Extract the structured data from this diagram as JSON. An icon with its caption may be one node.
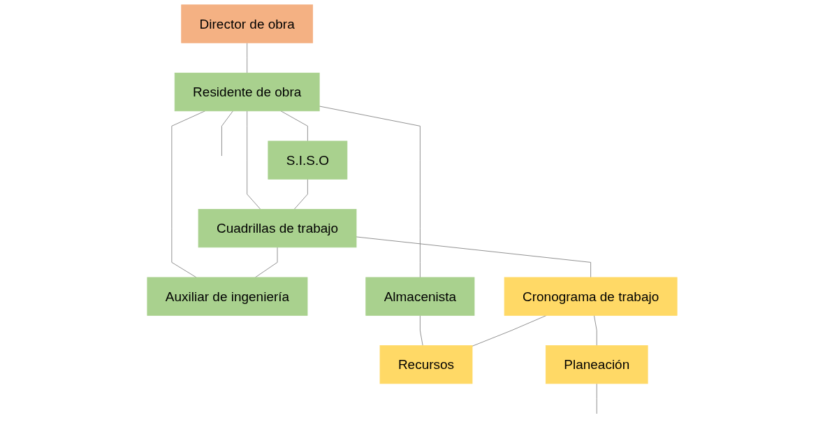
{
  "diagram": {
    "nodes": [
      {
        "text": [
          "Director de obra"
        ]
      },
      {
        "text": [
          "Residente de obra"
        ]
      },
      {
        "text": [
          "S.I.S.O"
        ]
      },
      {
        "text": [
          "Cuadrillas de trabajo"
        ]
      },
      {
        "text": [
          "Auxiliar de ingeniería"
        ]
      },
      {
        "text": [
          "Almacenista"
        ]
      },
      {
        "text": [
          "Cronograma de trabajo"
        ]
      },
      {
        "text": [
          "Recursos"
        ]
      },
      {
        "text": [
          "Planeación"
        ]
      }
    ],
    "edges": [
      {
        "from": 0,
        "to": 1,
        "arrow": "none"
      },
      {
        "from": 1,
        "to": null,
        "arrow": "none"
      },
      {
        "from": 1,
        "to": 2,
        "arrow": "none"
      },
      {
        "from": 1,
        "to": 3,
        "arrow": "none"
      },
      {
        "from": 1,
        "to": 4,
        "arrow": "none"
      },
      {
        "from": 1,
        "to": 5,
        "arrow": "none"
      },
      {
        "from": 2,
        "to": 3,
        "arrow": "none"
      },
      {
        "from": 3,
        "to": 4,
        "arrow": "none"
      },
      {
        "from": 3,
        "to": 6,
        "arrow": "none"
      },
      {
        "from": 5,
        "to": 7,
        "arrow": "none"
      },
      {
        "from": 6,
        "to": 7,
        "arrow": "none"
      },
      {
        "from": 6,
        "to": 8,
        "arrow": "none"
      },
      {
        "from": 8,
        "to": null,
        "arrow": "none"
      }
    ]
  }
}
